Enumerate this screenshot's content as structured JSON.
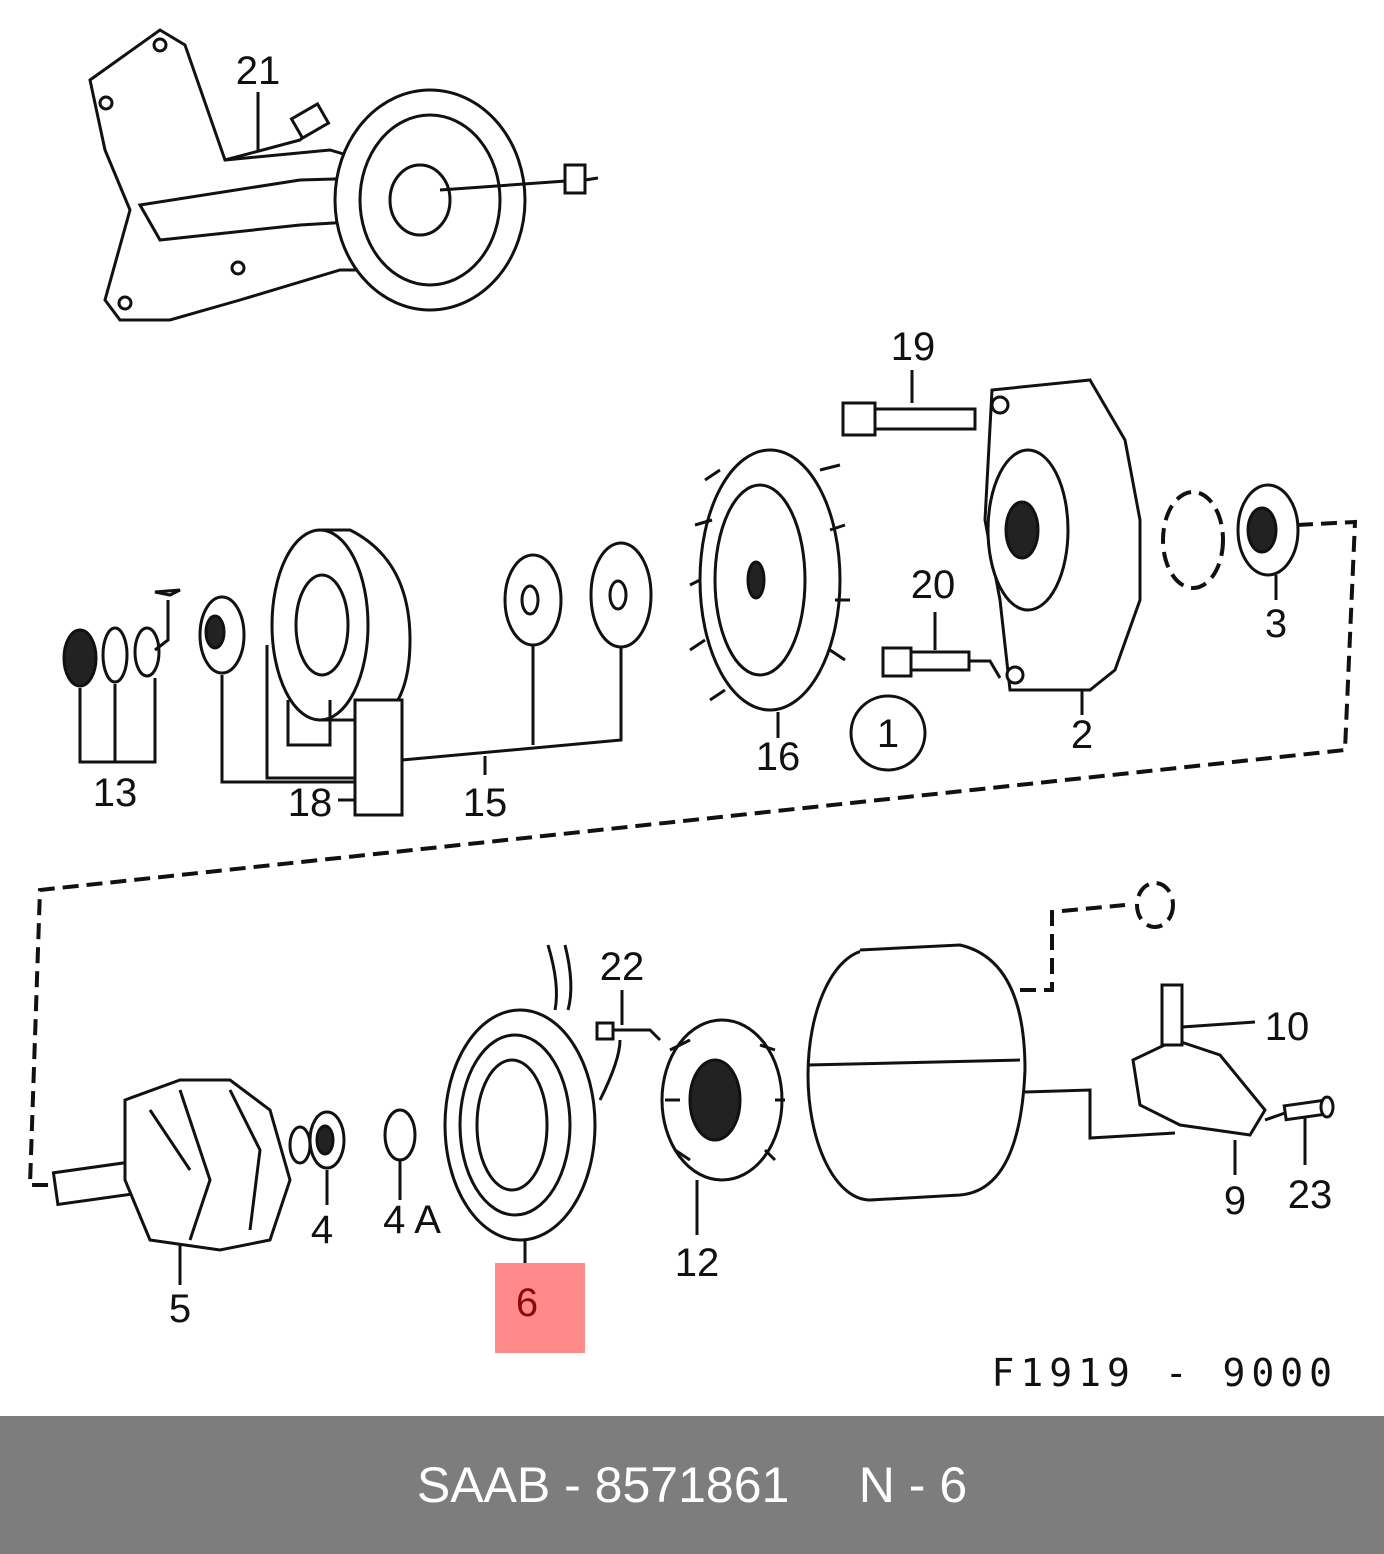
{
  "labels": {
    "p21": "21",
    "p19": "19",
    "p20": "20",
    "p13": "13",
    "p18": "18",
    "p15": "15",
    "p16": "16",
    "p1": "1",
    "p2": "2",
    "p3": "3",
    "p22": "22",
    "p10": "10",
    "p23": "23",
    "p9": "9",
    "p12": "12",
    "p5": "5",
    "p4": "4",
    "p4a": "4 A",
    "p6": "6"
  },
  "highlight": {
    "color": "#ff8a8a"
  },
  "reference": "F1919 - 9000",
  "footer": {
    "text": "SAAB - 8571861     N - 6",
    "background": "#7d7d7d",
    "color": "#ffffff"
  }
}
